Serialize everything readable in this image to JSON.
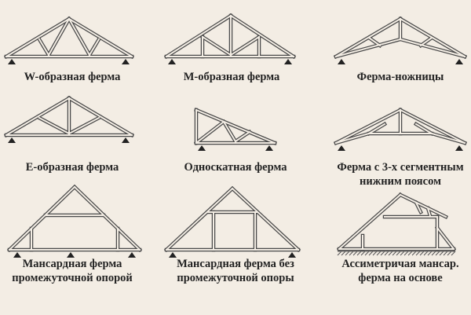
{
  "title": "Типы ферм",
  "trusses": [
    {
      "label": "W-образная ферма"
    },
    {
      "label": "М-образная ферма"
    },
    {
      "label": "Ферма-ножницы"
    },
    {
      "label": "Е-образная ферма"
    },
    {
      "label": "Односкатная ферма"
    },
    {
      "label": "Ферма с 3-х сегментным",
      "label2": "нижним поясом"
    },
    {
      "label": "Мансардная ферма",
      "label2": "промежуточной опорой"
    },
    {
      "label": "Мансардная ферма без",
      "label2": "промежуточной опоры"
    },
    {
      "label": "Ассиметричая мансар.",
      "label2": "ферма на основе"
    }
  ],
  "colors": {
    "background": "#f3ede4",
    "line": "#4a4a4a"
  }
}
